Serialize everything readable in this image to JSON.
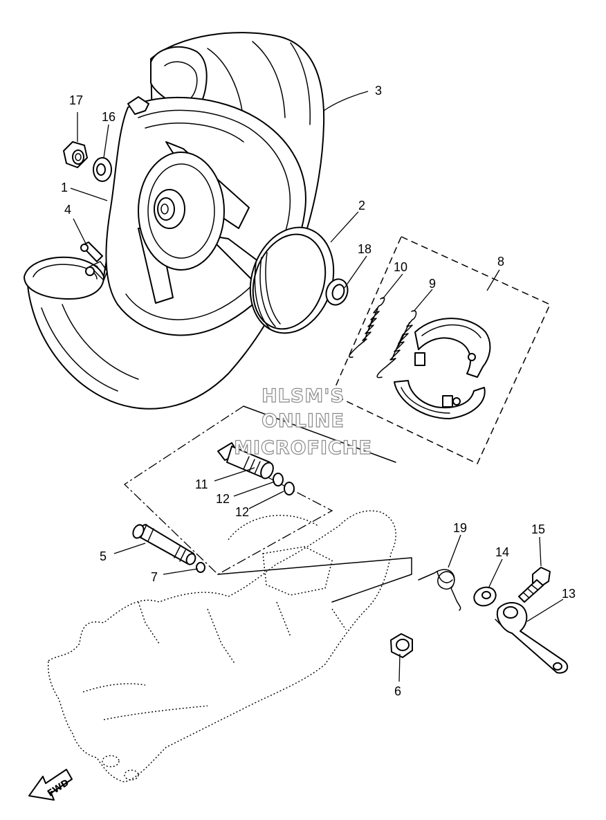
{
  "watermark": {
    "lines": [
      "HLSM'S",
      "ONLINE",
      "MICROFICHE"
    ],
    "color": "#8a8a8a"
  },
  "direction_marker": {
    "label": "FWD",
    "icon": "arrow-left-down-icon"
  },
  "callouts": [
    {
      "id": "c1",
      "label": "1"
    },
    {
      "id": "c2",
      "label": "2"
    },
    {
      "id": "c3",
      "label": "3"
    },
    {
      "id": "c4",
      "label": "4"
    },
    {
      "id": "c5",
      "label": "5"
    },
    {
      "id": "c6",
      "label": "6"
    },
    {
      "id": "c7",
      "label": "7"
    },
    {
      "id": "c8",
      "label": "8"
    },
    {
      "id": "c9",
      "label": "9"
    },
    {
      "id": "c10",
      "label": "10"
    },
    {
      "id": "c11",
      "label": "11"
    },
    {
      "id": "c12a",
      "label": "12"
    },
    {
      "id": "c12b",
      "label": "12"
    },
    {
      "id": "c13",
      "label": "13"
    },
    {
      "id": "c14",
      "label": "14"
    },
    {
      "id": "c15",
      "label": "15"
    },
    {
      "id": "c16",
      "label": "16"
    },
    {
      "id": "c17",
      "label": "17"
    },
    {
      "id": "c18",
      "label": "18"
    },
    {
      "id": "c19",
      "label": "19"
    }
  ],
  "colors": {
    "line": "#000000",
    "background": "#ffffff"
  }
}
